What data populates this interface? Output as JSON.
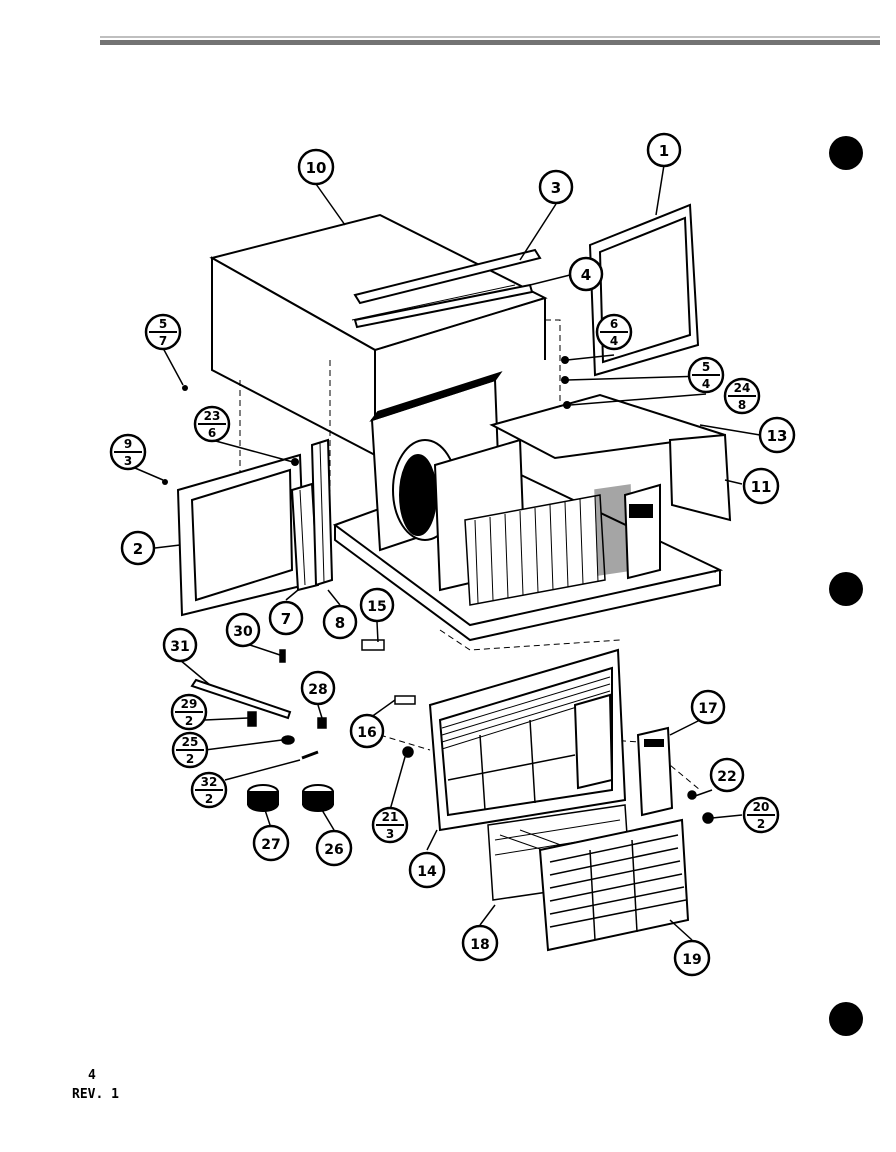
{
  "callouts": {
    "c1": "1",
    "c2": "2",
    "c3": "3",
    "c4": "4",
    "c7": "7",
    "c8": "8",
    "c10": "10",
    "c11": "11",
    "c13": "13",
    "c14": "14",
    "c15": "15",
    "c16": "16",
    "c17": "17",
    "c18": "18",
    "c19": "19",
    "c22": "22",
    "c26": "26",
    "c27": "27",
    "c28": "28",
    "c30": "30",
    "c31": "31"
  },
  "fractions": {
    "f5_7": {
      "top": "5",
      "bottom": "7"
    },
    "f6_4": {
      "top": "6",
      "bottom": "4"
    },
    "f5_4": {
      "top": "5",
      "bottom": "4"
    },
    "f24_8": {
      "top": "24",
      "bottom": "8"
    },
    "f23_6": {
      "top": "23",
      "bottom": "6"
    },
    "f9_3": {
      "top": "9",
      "bottom": "3"
    },
    "f29_2": {
      "top": "29",
      "bottom": "2"
    },
    "f25_2": {
      "top": "25",
      "bottom": "2"
    },
    "f32_2": {
      "top": "32",
      "bottom": "2"
    },
    "f21_3": {
      "top": "21",
      "bottom": "3"
    },
    "f20_2": {
      "top": "20",
      "bottom": "2"
    }
  },
  "footer": {
    "page": "4",
    "revision": "REV. 1"
  }
}
